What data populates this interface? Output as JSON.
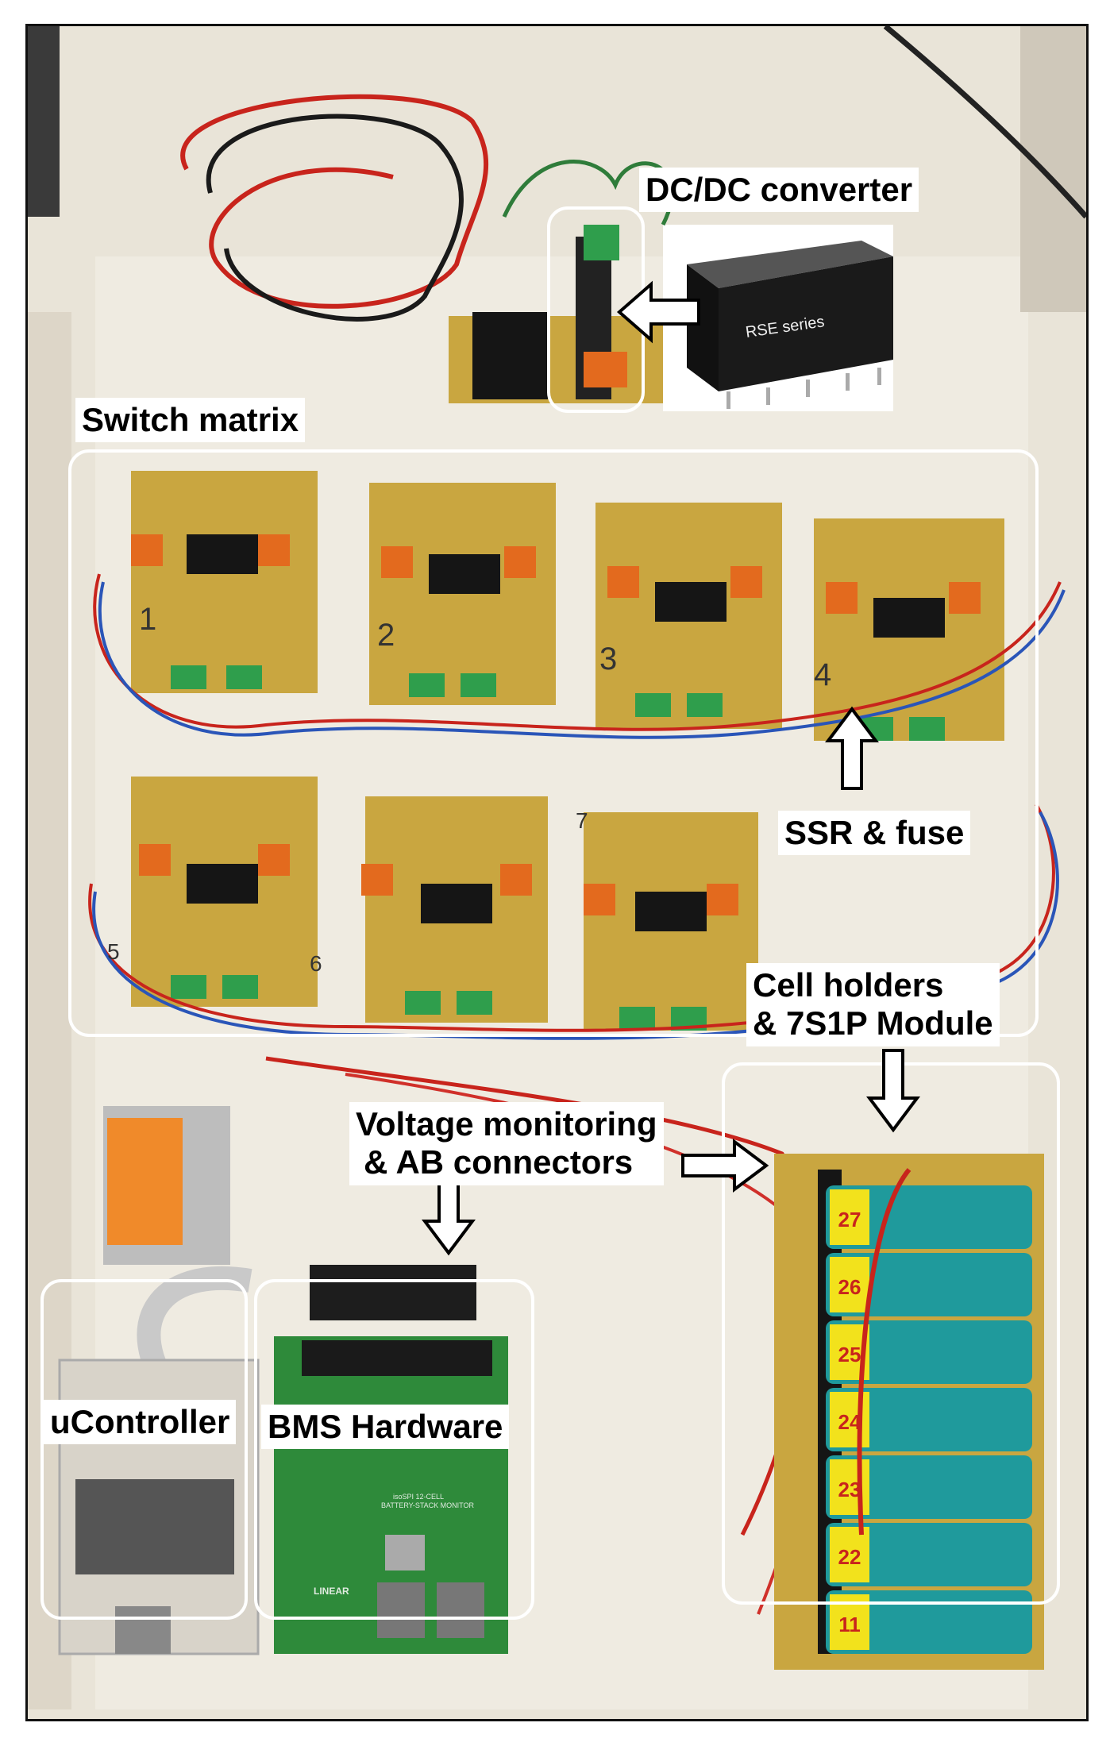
{
  "annotations": {
    "dcdc_converter": "DC/DC converter",
    "switch_matrix": "Switch matrix",
    "ssr_fuse": "SSR & fuse",
    "cell_holders_line1": "Cell holders",
    "cell_holders_line2": "& 7S1P Module",
    "voltage_monitoring_line1": "Voltage monitoring",
    "voltage_monitoring_line2": "& AB connectors",
    "ucontroller": "uController",
    "bms_hardware": "BMS Hardware"
  },
  "board_labels": {
    "converter_series": "RSE series",
    "bms_board_line1": "isoSPI 12-CELL",
    "bms_board_line2": "BATTERY-STACK MONITOR",
    "bms_brand": "LINEAR"
  },
  "switch_numbers": [
    "1",
    "2",
    "3",
    "4",
    "5",
    "6",
    "7"
  ],
  "cell_markings": [
    "27",
    "26",
    "25",
    "24",
    "23",
    "22",
    "11"
  ],
  "colors": {
    "background": "#e8e2d6",
    "pcb": "#c9a640",
    "cell": "#1f9a9c",
    "cell_label": "#f2e21c",
    "wire_red": "#c8241c",
    "wire_blue": "#2a55b8",
    "bms_board": "#2e8a3a",
    "annotation_box": "#ffffff"
  }
}
